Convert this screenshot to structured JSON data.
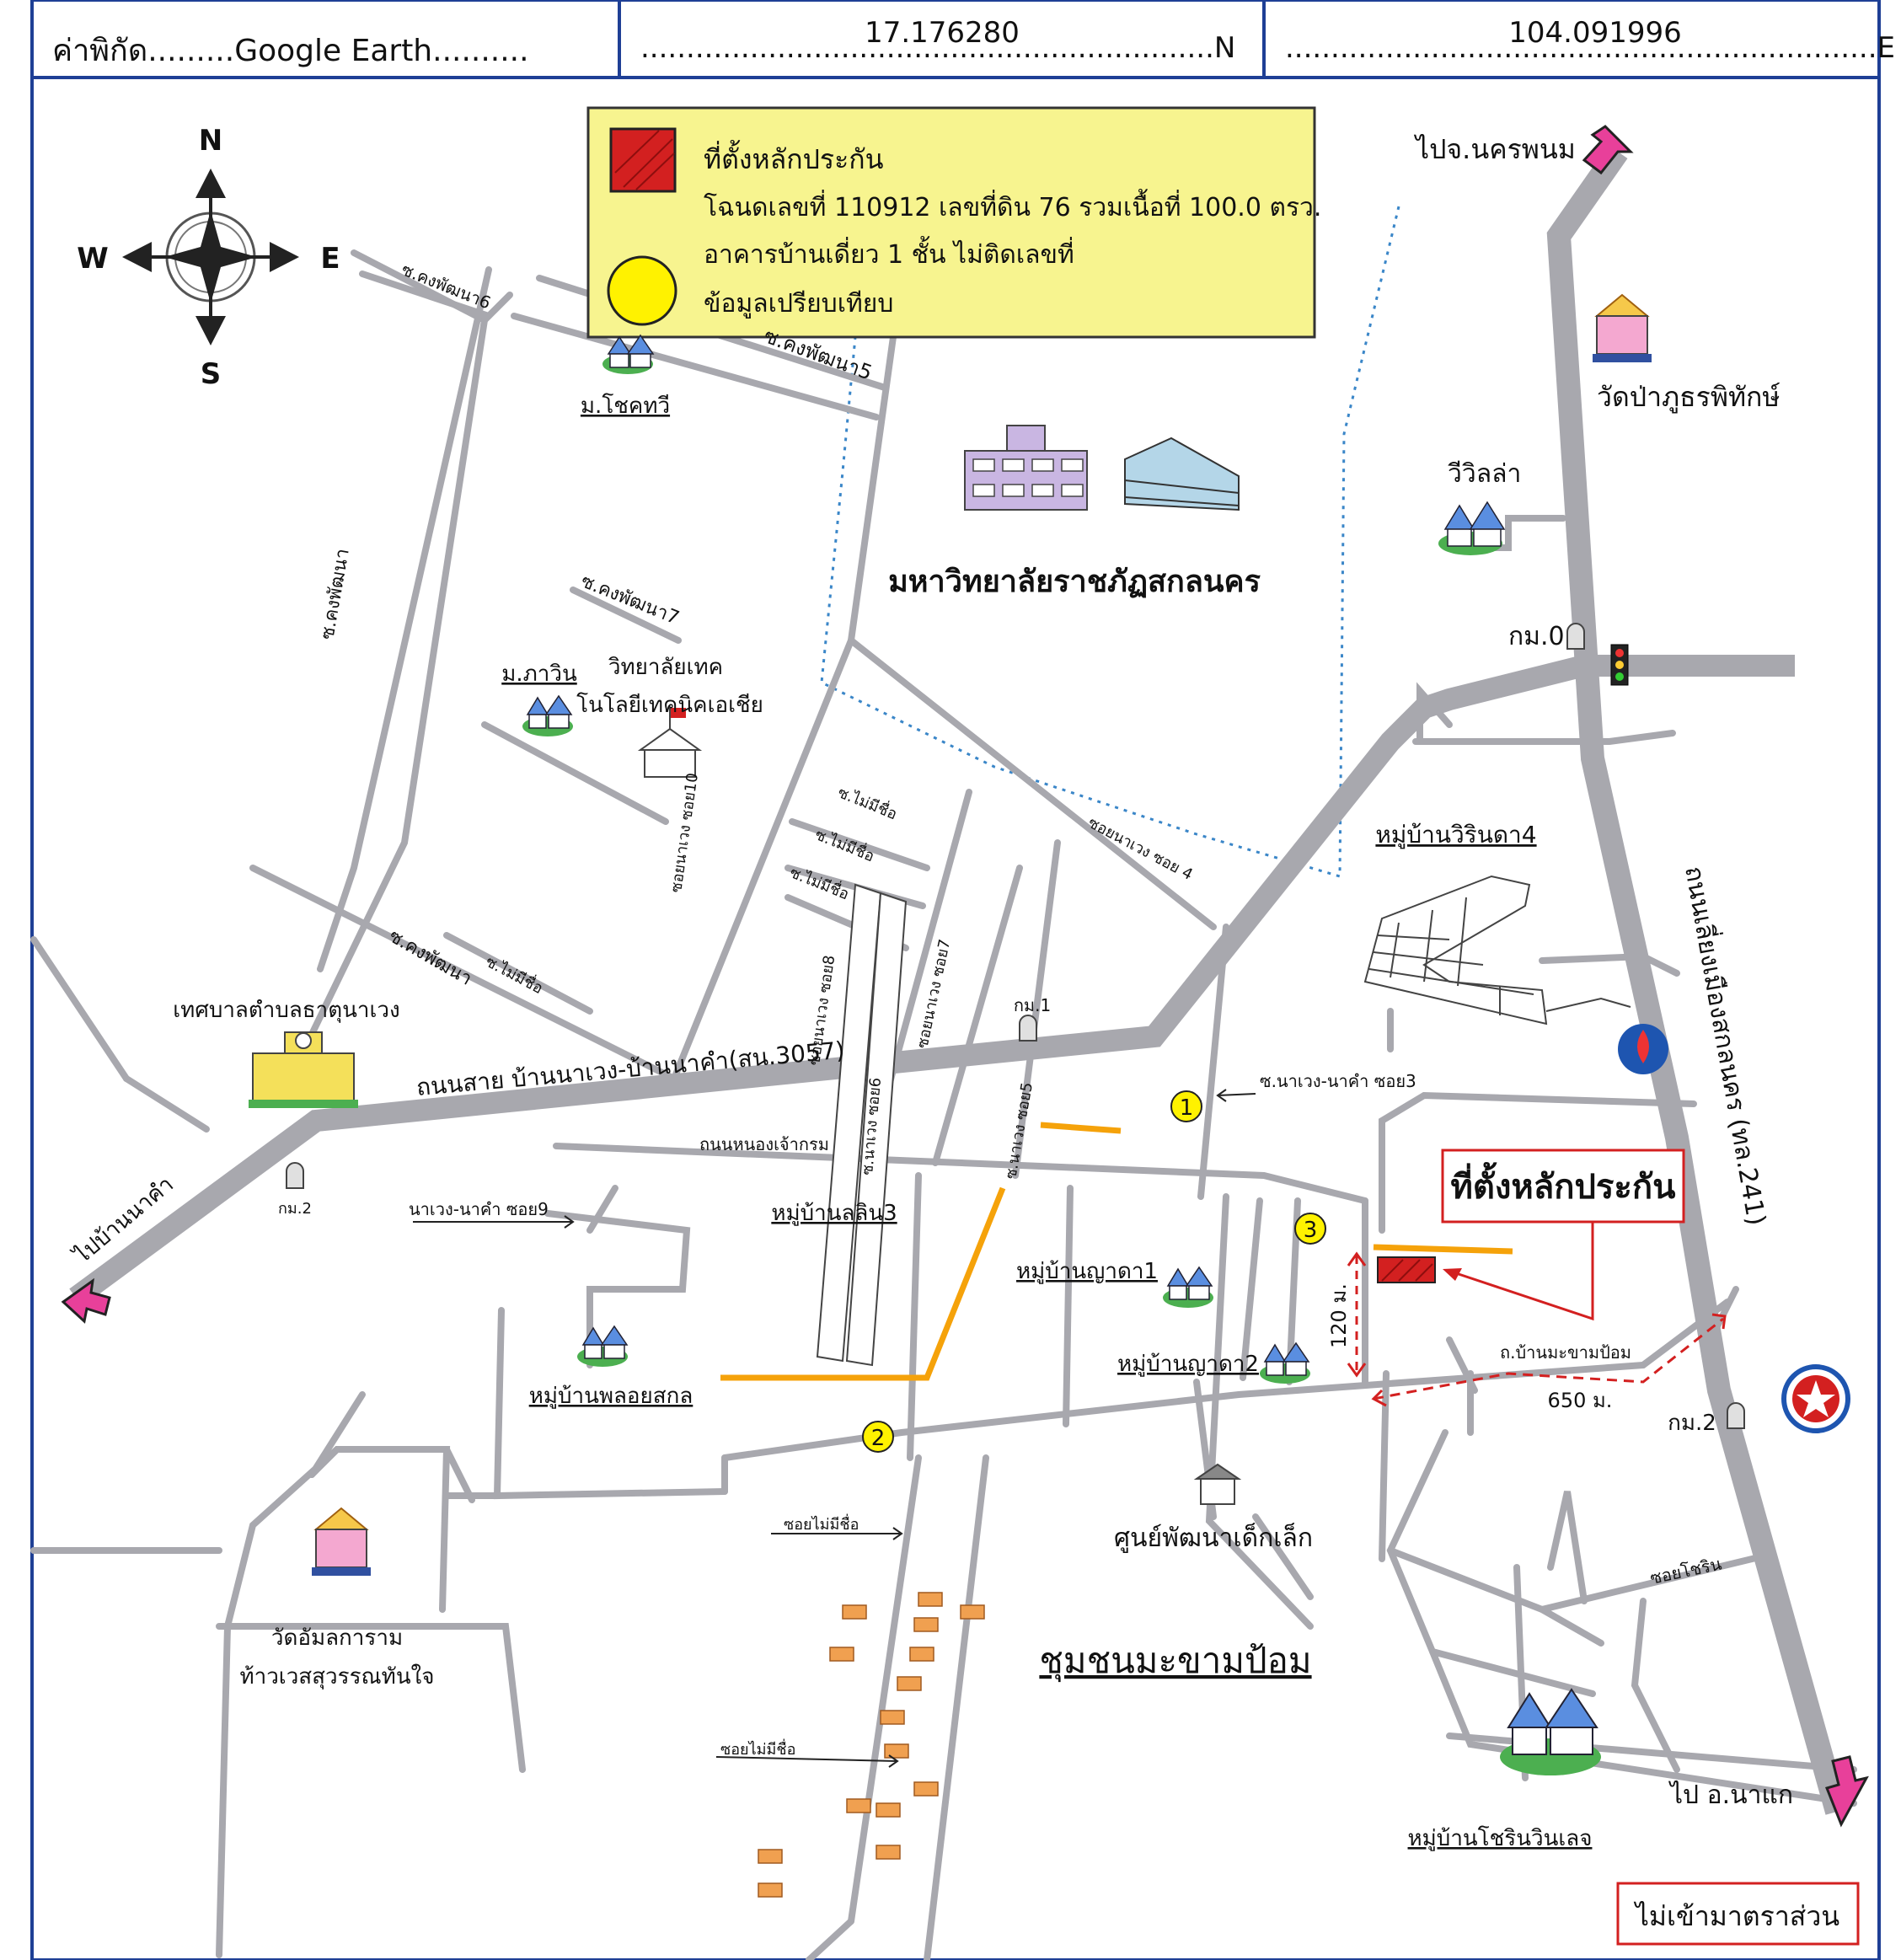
{
  "header": {
    "coord_label": "ค่าพิกัด.........Google Earth..........",
    "lat_value": "17.176280",
    "lat_suffix": "...............................................................N",
    "lon_value": "104.091996",
    "lon_suffix": ".................................................................E"
  },
  "compass": {
    "n": "N",
    "s": "S",
    "e": "E",
    "w": "W"
  },
  "legend": {
    "collateral_label": "ที่ตั้งหลักประกัน",
    "deed_line": "โฉนดเลขที่ 110912 เลขที่ดิน 76 รวมเนื้อที่ 100.0 ตรว.",
    "building_line": "อาคารบ้านเดี่ยว 1 ชั้น  ไม่ติดเลขที่",
    "comparison_label": "ข้อมูลเปรียบเทียบ"
  },
  "colors": {
    "road": "#a8a8ae",
    "border": "#1e3f95",
    "legend_bg": "#f7f48f",
    "collateral": "#d32020",
    "marker_yellow": "#fff200",
    "orange_road": "#f5a20a",
    "red_text": "#d32020",
    "arrow_pink": "#e8409a"
  },
  "labels": {
    "to_nakhon_phanom": "ไปจ.นครพนม",
    "wat_pa_phut": "วัดป่าภูธรพิทักษ์",
    "villa": "วีวิลล่า",
    "km0": "กม.0",
    "university": "มหาวิทยาลัยราชภัฏสกลนคร",
    "mb_chokthawi": "ม.โชคทวี",
    "mb_phawin": "ม.ภาวิน",
    "tech_college_1": "วิทยาลัยเทค",
    "tech_college_2": "โนโลยีเทคนิคเอเชีย",
    "soi_khongphatthana6": "ซ.คงพัฒนา6",
    "soi_khongphatthana5": "ซ.คงพัฒนา5",
    "soi_khongphatthana7": "ซ.คงพัฒนา7",
    "soi_khongphatthana": "ซ.คงพัฒนา",
    "soi_khongphatthana_b": "ซ.คงพัฒนา",
    "soi_nawaeng10": "ซอยนาเวง ซอย10",
    "soi_nawaeng4": "ซอยนาเวง ซอย 4",
    "soi_mai_mi_chue_1": "ซ.ไม่มีชื่อ",
    "soi_mai_mi_chue_2": "ซ.ไม่มีชื่อ",
    "soi_mai_mi_chue_3": "ซ.ไม่มีชื่อ",
    "soi_mai_mi_chue_4": "ซ.ไม่มีชื่อ",
    "mb_wirinda4": "หมู่บ้านวิรินดา4",
    "bypass_road": "ถนนเลี่ยงเมืองสกลนคร (ทล.241)",
    "municipality": "เทศบาลตำบลธาตุนาเวง",
    "main_road": "ถนนสาย บ้านนาเวง-บ้านนาคำ(สน.3057)",
    "km1": "กม.1",
    "soi_nawaeng8": "ซอยนาเวง ซอย8",
    "soi_nawaeng7": "ซอยนาเวง ซอย7",
    "soi_nawaeng6": "ซ.นาเวง ซอย6",
    "soi_nawaeng5": "ซ.นาเวง ซอย5",
    "soi_nawaeng_nakham3": "ซ.นาเวง-นาคำ ซอย3",
    "nong_chao_krom_road": "ถนนหนองเจ้ากรม",
    "collateral_callout": "ที่ตั้งหลักประกัน",
    "to_ban_nakham": "ไปบ้านนาคำ",
    "km2_left": "กม.2",
    "nawaeng_nakham9": "นาเวง-นาคำ ซอย9",
    "mb_lalin3": "หมู่บ้านลลิน3",
    "mb_yada1": "หมู่บ้านญาดา1",
    "mb_yada2": "หมู่บ้านญาดา2",
    "dist_120": "120 ม.",
    "road_makham_pom": "ถ.บ้านมะขามป้อม",
    "dist_650": "650 ม.",
    "km2_right": "กม.2",
    "mb_ploy_sakon": "หมู่บ้านพลอยสกล",
    "child_center": "ศูนย์พัฒนาเด็กเล็ก",
    "soi_mai_mi_chue_5": "ซอยไม่มีชื่อ",
    "soi_mai_mi_chue_6": "ซอยไม่มีชื่อ",
    "soi_chaiyarin": "ซอยโชริน",
    "wat_umalakaram_1": "วัดอัมลการาม",
    "wat_umalakaram_2": "ท้าวเวสสุวรรณทันใจ",
    "community": "ชุมชนมะขามป้อม",
    "to_na_kae": "ไป อ.นาแก",
    "mb_chairin": "หมู่บ้านโชรินวินเลจ",
    "not_to_scale": "ไม่เข้ามาตราส่วน",
    "marker_1": "1",
    "marker_2": "2",
    "marker_3": "3"
  }
}
